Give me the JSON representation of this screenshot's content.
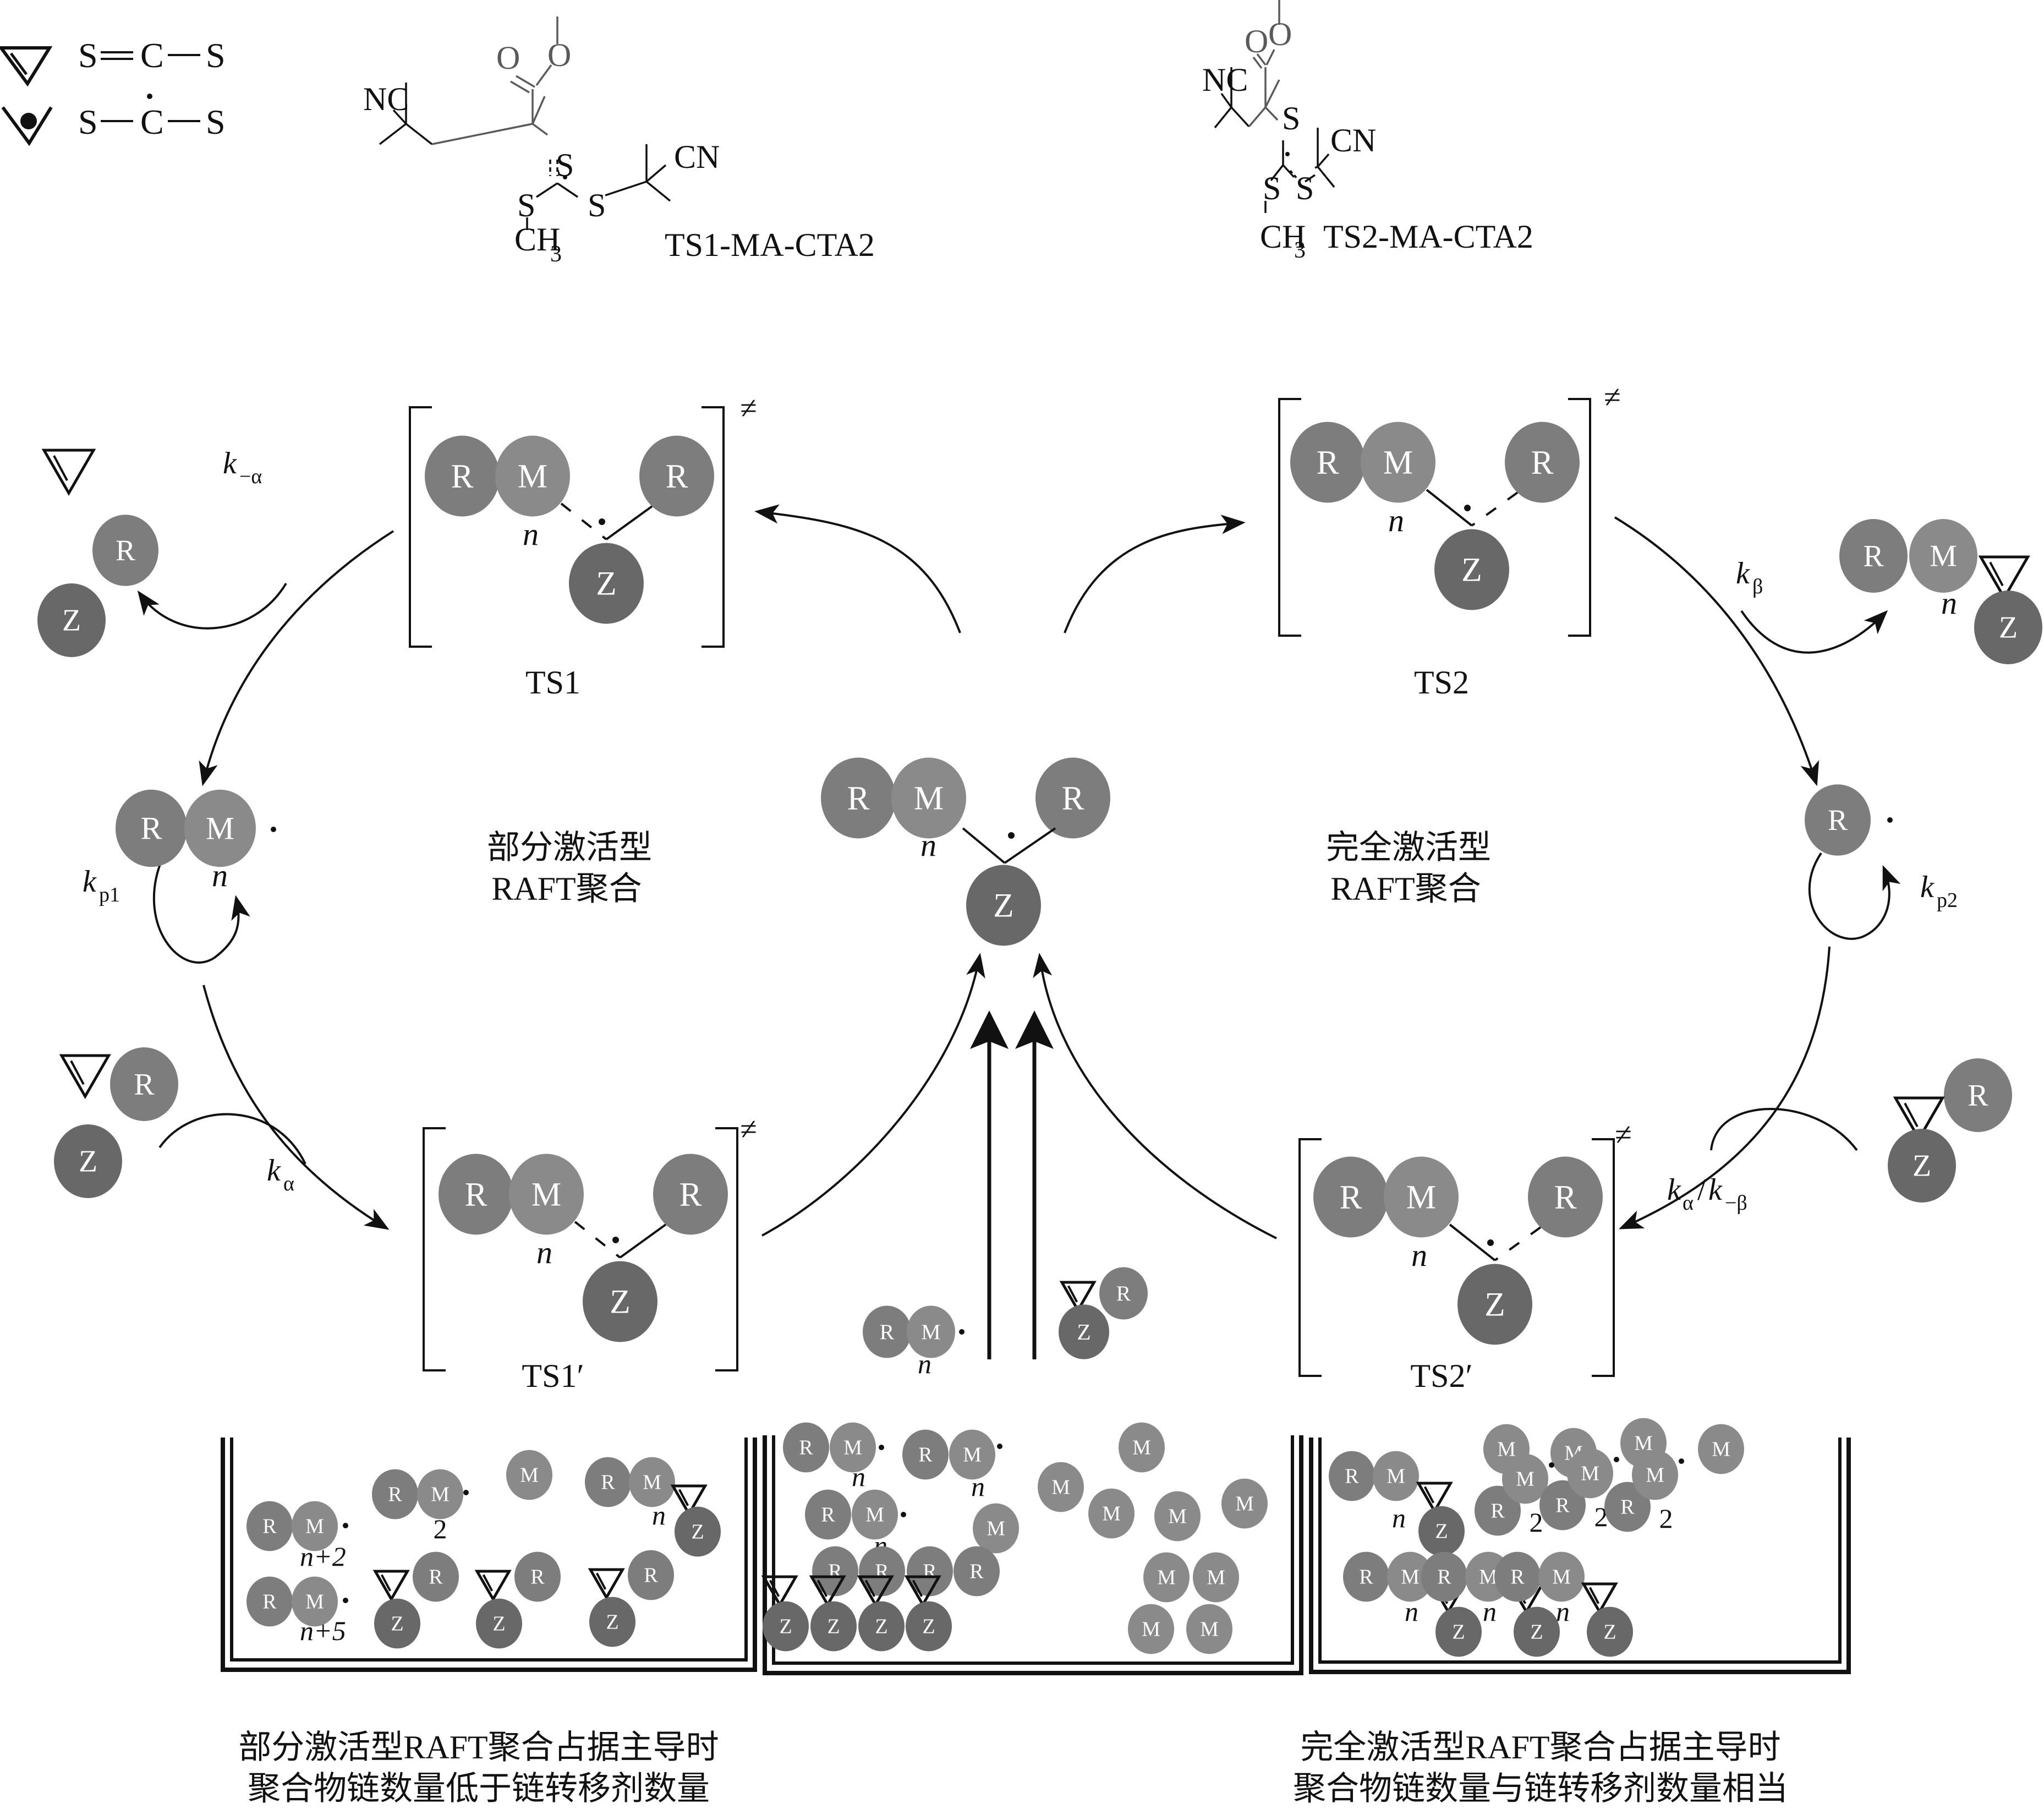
{
  "legend": {
    "items": [
      {
        "icon": "double-bond-triangle",
        "formula": [
          "S",
          "=",
          "C",
          "—",
          "S"
        ],
        "meaning": "S=C–S thiocarbonyl"
      },
      {
        "icon": "radical-v",
        "formula": [
          "S",
          "—",
          "Ċ",
          "—",
          "S"
        ],
        "meaning": "S–C•–S intermediate radical"
      }
    ]
  },
  "structures": {
    "ts1": {
      "label": "TS1-MA-CTA2",
      "atoms": {
        "nc": "NC",
        "cn": "CN",
        "o1": "O",
        "o2": "O",
        "s_top": "S",
        "s_left": "S",
        "s_right": "S",
        "ch": "CH",
        "sub3": "3"
      }
    },
    "ts2": {
      "label": "TS2-MA-CTA2",
      "atoms": {
        "nc": "NC",
        "cn": "CN",
        "o1": "O",
        "o2": "O",
        "s_top": "S",
        "s_left": "S",
        "s_right": "S",
        "ch": "CH",
        "sub3": "3"
      }
    }
  },
  "letters": {
    "R": "R",
    "M": "M",
    "Z": "Z"
  },
  "dot": "·",
  "n": "n",
  "ddagger": "≠",
  "transition_states": [
    {
      "id": "ts1",
      "label": "TS1"
    },
    {
      "id": "ts2",
      "label": "TS2"
    },
    {
      "id": "ts1p",
      "label": "TS1′"
    },
    {
      "id": "ts2p",
      "label": "TS2′"
    }
  ],
  "rates": {
    "k_minus_alpha": {
      "k": "k",
      "sub": "−α"
    },
    "k_beta": {
      "k": "k",
      "sub": "β"
    },
    "k_p1": {
      "k": "k",
      "sub": "p1"
    },
    "k_p2": {
      "k": "k",
      "sub": "p2"
    },
    "k_alpha": {
      "k": "k",
      "sub": "α"
    },
    "k_alpha_over_k_minus_beta": {
      "k1": "k",
      "sub1": "α",
      "slash": "/",
      "k2": "k",
      "sub2": "−β"
    }
  },
  "cycle_labels": {
    "partial": [
      "部分激活型",
      "RAFT聚合"
    ],
    "full": [
      "完全激活型",
      "RAFT聚合"
    ]
  },
  "beakers": {
    "left": {
      "subscripts": [
        "n+2",
        "2",
        "n+5",
        "n"
      ]
    },
    "middle": {
      "subscripts": [
        "n",
        "n",
        "n"
      ]
    },
    "right": {
      "subscripts": [
        "n",
        "2",
        "2",
        "2",
        "n",
        "n",
        "n"
      ]
    }
  },
  "captions": {
    "left": [
      "部分激活型RAFT聚合占据主导时",
      "聚合物链数量低于链转移剂数量"
    ],
    "right": [
      "完全激活型RAFT聚合占据主导时",
      "聚合物链数量与链转移剂数量相当"
    ]
  },
  "colors": {
    "r": "#7d7d7d",
    "m": "#8a8a8a",
    "z": "#686868",
    "ink": "#111111",
    "ester": "#5a5a5a"
  }
}
